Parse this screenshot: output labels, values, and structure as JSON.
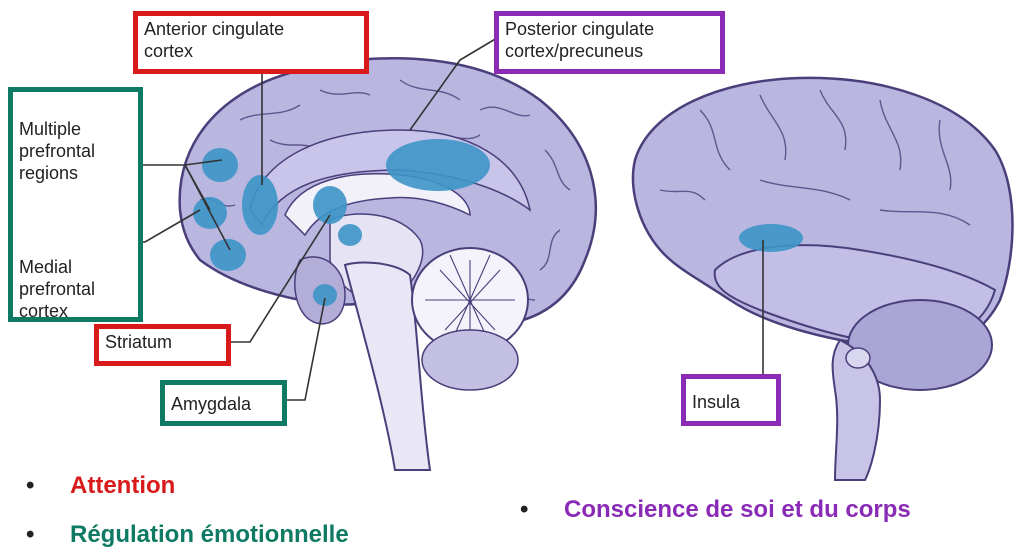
{
  "labels": {
    "anterior_cingulate": "Anterior cingulate\ncortex",
    "posterior_cingulate": "Posterior cingulate\ncortex/precuneus",
    "multiple_prefrontal": "Multiple\nprefrontal\nregions",
    "medial_prefrontal": "Medial\nprefrontal\ncortex",
    "striatum": "Striatum",
    "amygdala": "Amygdala",
    "insula": "Insula"
  },
  "bullets": {
    "attention": "Attention",
    "emotion_regulation": "Régulation émotionnelle",
    "self_awareness": "Conscience de soi et du corps",
    "marker": "•"
  },
  "colors": {
    "red": "#d81a1a",
    "green": "#0e7a63",
    "purple": "#8a2bb6",
    "brain": "#b9b6e0",
    "highlight": "#3d95c8"
  }
}
